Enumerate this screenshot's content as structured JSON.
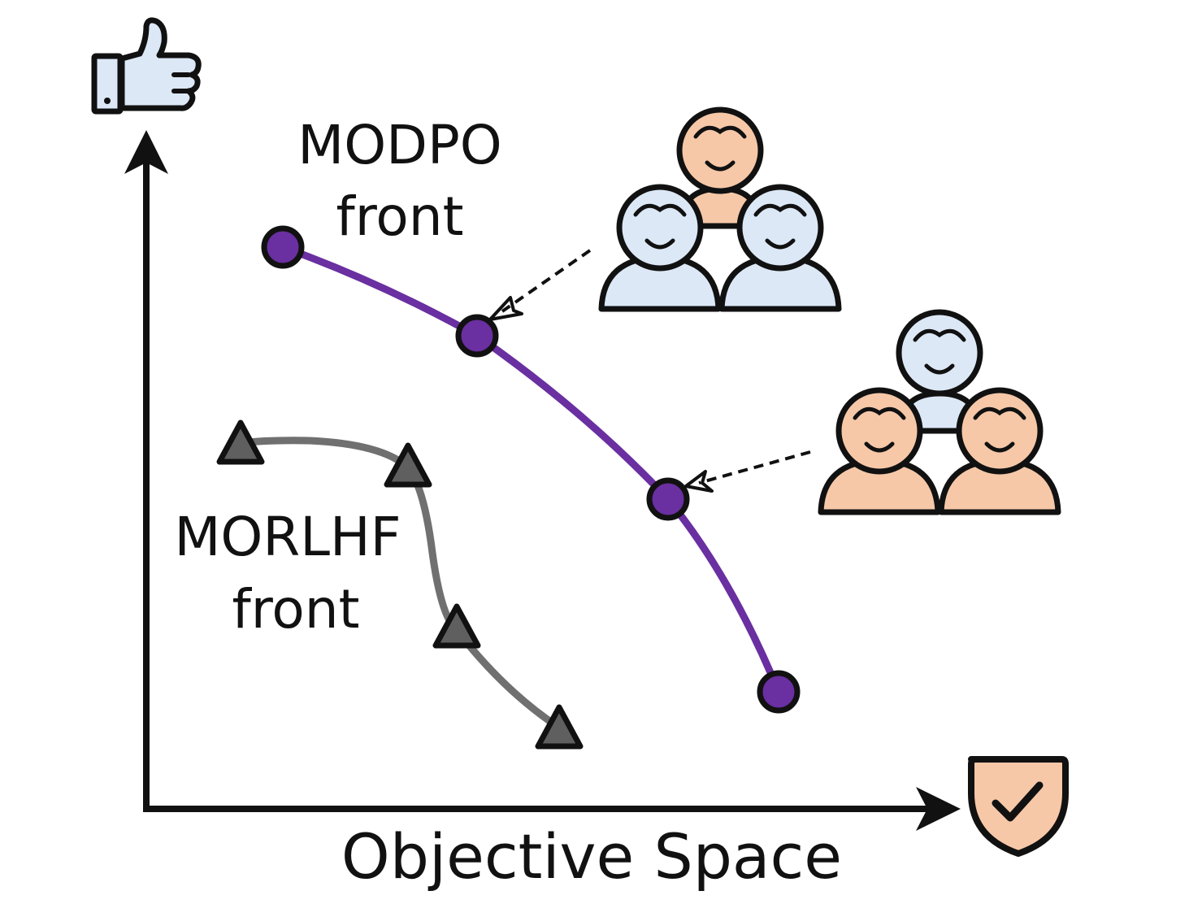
{
  "diagram": {
    "y_axis_icon": "thumbs-up-icon",
    "x_axis_icon": "shield-check-icon",
    "axis_caption": "Objective Space",
    "modpo_label": {
      "line1": "MODPO",
      "line2": "front"
    },
    "morlhf_label": {
      "line1": "MORLHF",
      "line2": "front"
    },
    "user_groups": [
      {
        "icon": "people-group-icon",
        "top_color": "#f6c8a8",
        "bottom_color": "#dce8f6"
      },
      {
        "icon": "people-group-icon",
        "top_color": "#dce8f6",
        "bottom_color": "#f6c8a8"
      }
    ],
    "colors": {
      "modpo": "#6a2fa0",
      "morlhf": "#707070",
      "marker_gray": "#5f5f5f",
      "peach": "#f6c8a8",
      "light_blue": "#dce8f6",
      "outline": "#111111"
    }
  }
}
